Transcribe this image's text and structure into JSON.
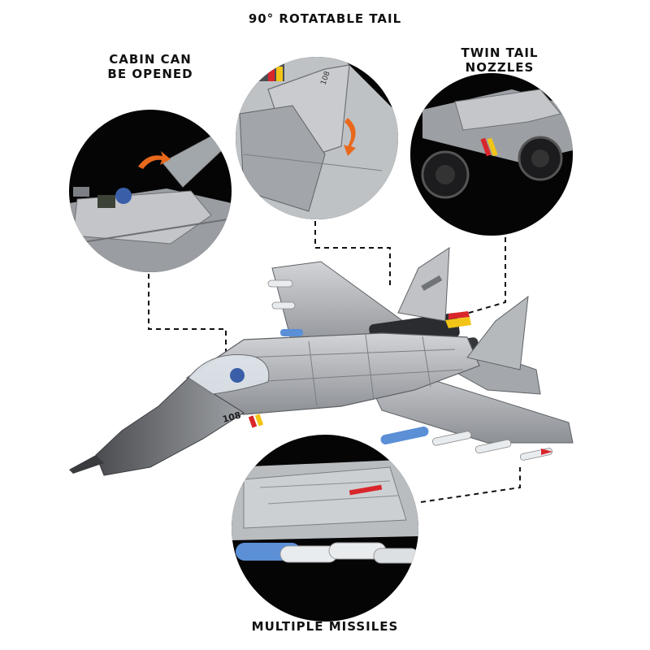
{
  "labels": {
    "tail": "90° ROTATABLE TAIL",
    "cabin_line1": "CABIN CAN",
    "cabin_line2": "BE OPENED",
    "nozzles_line1": "TWIN TAIL",
    "nozzles_line2": "NOZZLES",
    "missiles": "MULTIPLE MISSILES"
  },
  "aircraft": {
    "tail_number": "108"
  },
  "colors": {
    "background": "#ffffff",
    "circle": "#050505",
    "lego_gray": "#a9acb0",
    "lego_light": "#c9cbce",
    "lego_dark": "#6d7075",
    "accent_red": "#d9262b",
    "accent_yellow": "#f2c417",
    "missile_blue": "#5b8fd6",
    "arrow_orange": "#e8681c"
  }
}
